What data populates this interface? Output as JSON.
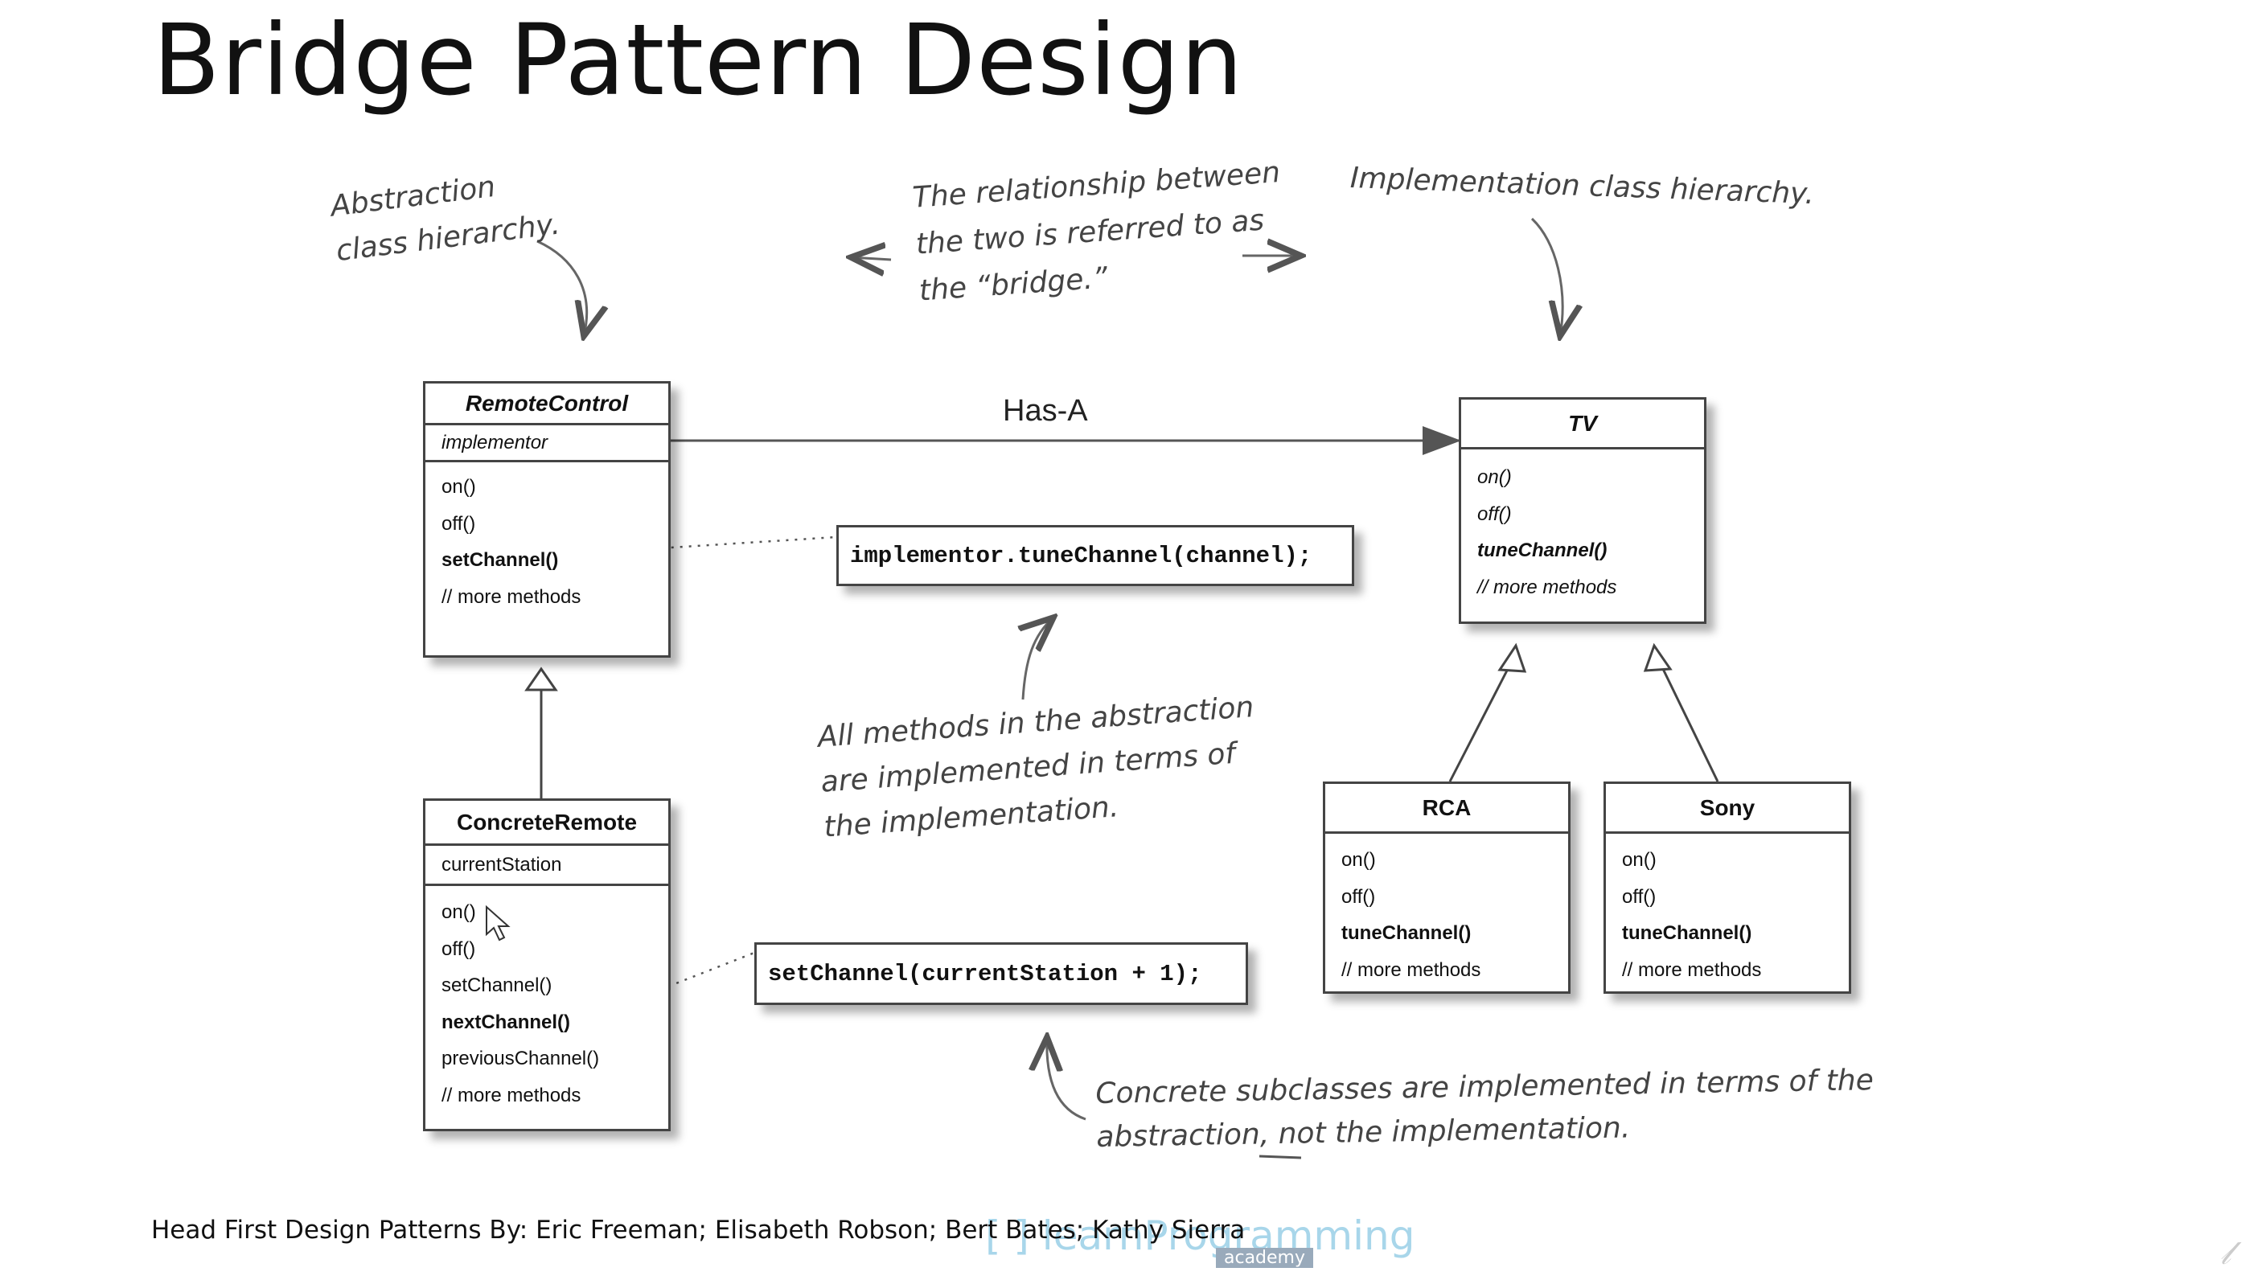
{
  "title": "Bridge Pattern Design",
  "has_a_label": "Has-A",
  "remote_control": {
    "name": "RemoteControl",
    "attribute": "implementor",
    "methods": [
      "on()",
      "off()",
      "setChannel()",
      "// more methods"
    ]
  },
  "concrete_remote": {
    "name": "ConcreteRemote",
    "attribute": "currentStation",
    "methods": [
      "on()",
      "off()",
      "setChannel()",
      "nextChannel()",
      "previousChannel()",
      "// more methods"
    ]
  },
  "tv": {
    "name": "TV",
    "methods": [
      "on()",
      "off()",
      "tuneChannel()",
      "// more methods"
    ]
  },
  "rca": {
    "name": "RCA",
    "methods": [
      "on()",
      "off()",
      "tuneChannel()",
      "// more methods"
    ]
  },
  "sony": {
    "name": "Sony",
    "methods": [
      "on()",
      "off()",
      "tuneChannel()",
      "// more methods"
    ]
  },
  "code": {
    "implementor_call": "implementor.tuneChannel(channel);",
    "set_channel_call": "setChannel(currentStation + 1);"
  },
  "notes": {
    "abstraction": [
      "Abstraction",
      "class hierarchy."
    ],
    "bridge": [
      "The relationship between",
      "the two is referred to as",
      "the “bridge.”"
    ],
    "implementation": "Implementation class hierarchy.",
    "methods": [
      "All methods in the abstraction",
      "are implemented in terms of",
      "the implementation."
    ],
    "concrete": {
      "line1": "Concrete subclasses are implemented in terms of the",
      "line2_pre": "abstraction, ",
      "line2_emph": "not",
      "line2_post": " the implementation."
    }
  },
  "citation": "Head First Design Patterns By: Eric Freeman; Elisabeth Robson; Bert Bates; Kathy Sierra",
  "watermark": {
    "main": "[ ] learnProgramming",
    "sub": "academy"
  }
}
